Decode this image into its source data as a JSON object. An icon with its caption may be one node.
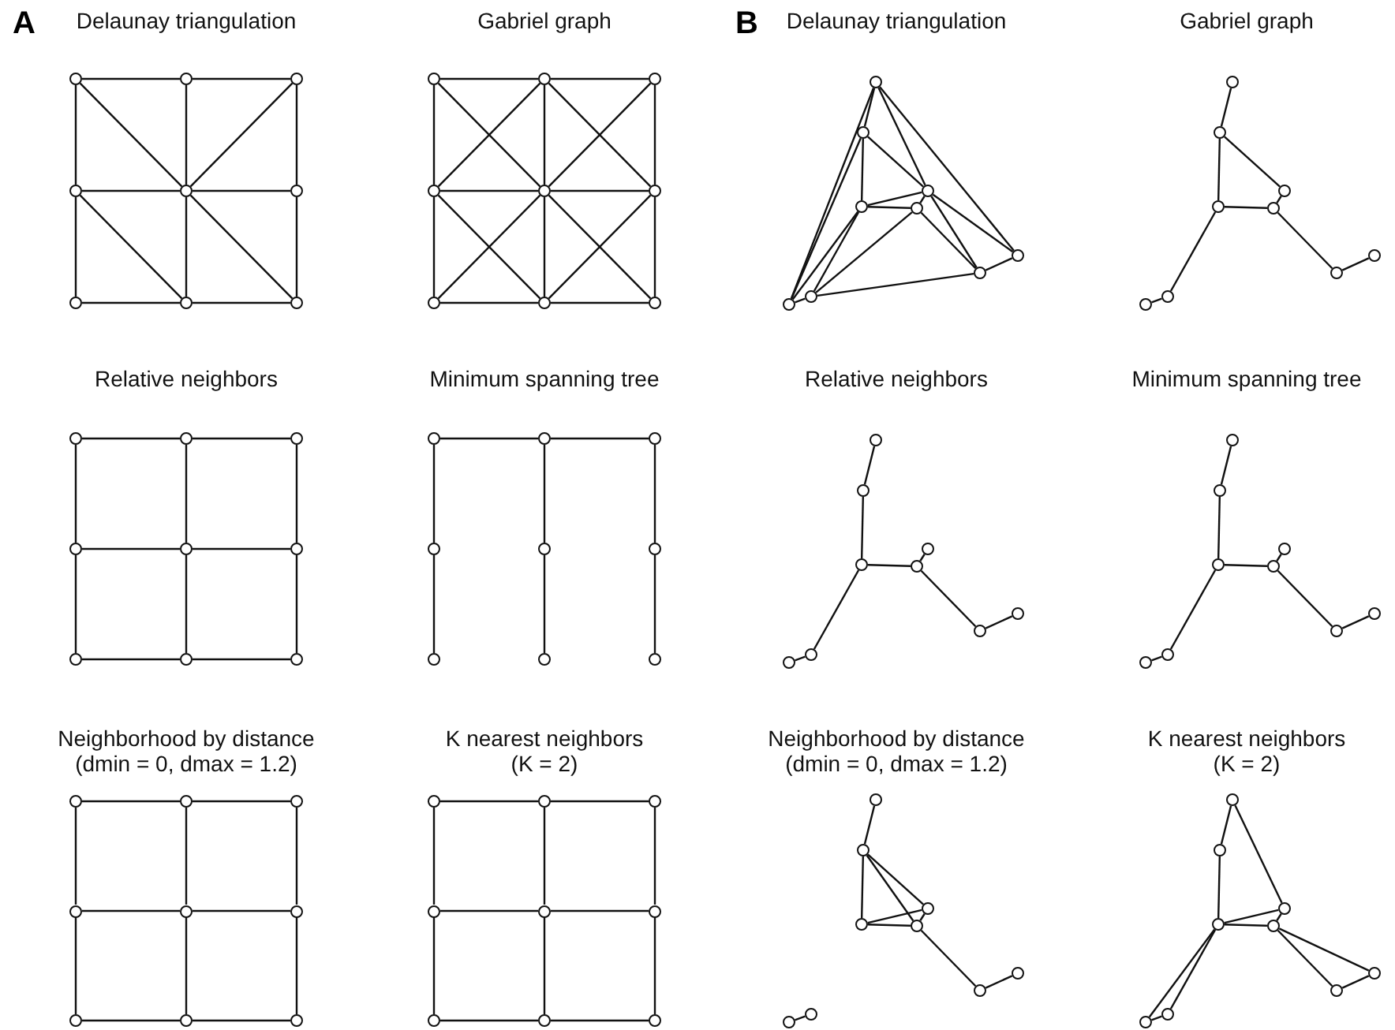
{
  "diagram": {
    "nodes": [
      {
        "text": [
          "Delaunay triangulation"
        ]
      },
      {
        "text": [],
        "shape": "circle",
        "in": 0
      },
      {
        "text": [],
        "shape": "circle",
        "in": 0
      },
      {
        "text": [],
        "shape": "circle",
        "in": 0
      },
      {
        "text": [],
        "shape": "circle",
        "in": 0
      },
      {
        "text": [],
        "shape": "circle",
        "in": 0
      },
      {
        "text": [],
        "shape": "circle",
        "in": 0
      },
      {
        "text": [],
        "shape": "circle",
        "in": 0
      },
      {
        "text": [],
        "shape": "circle",
        "in": 0
      },
      {
        "text": [],
        "shape": "circle",
        "in": 0
      },
      {
        "text": [
          "Gabriel graph"
        ]
      },
      {
        "text": [],
        "shape": "circle",
        "in": 10
      },
      {
        "text": [],
        "shape": "circle",
        "in": 10
      },
      {
        "text": [],
        "shape": "circle",
        "in": 10
      },
      {
        "text": [],
        "shape": "circle",
        "in": 10
      },
      {
        "text": [],
        "shape": "circle",
        "in": 10
      },
      {
        "text": [],
        "shape": "circle",
        "in": 10
      },
      {
        "text": [],
        "shape": "circle",
        "in": 10
      },
      {
        "text": [],
        "shape": "circle",
        "in": 10
      },
      {
        "text": [],
        "shape": "circle",
        "in": 10
      },
      {
        "text": [
          "Delaunay triangulation"
        ]
      },
      {
        "text": [],
        "shape": "circle",
        "in": 20
      },
      {
        "text": [],
        "shape": "circle",
        "in": 20
      },
      {
        "text": [],
        "shape": "circle",
        "in": 20
      },
      {
        "text": [],
        "shape": "circle",
        "in": 20
      },
      {
        "text": [],
        "shape": "circle",
        "in": 20
      },
      {
        "text": [],
        "shape": "circle",
        "in": 20
      },
      {
        "text": [],
        "shape": "circle",
        "in": 20
      },
      {
        "text": [],
        "shape": "circle",
        "in": 20
      },
      {
        "text": [],
        "shape": "circle",
        "in": 20
      },
      {
        "text": [
          "Gabriel graph"
        ]
      },
      {
        "text": [],
        "shape": "circle",
        "in": 30
      },
      {
        "text": [],
        "shape": "circle",
        "in": 30
      },
      {
        "text": [],
        "shape": "circle",
        "in": 30
      },
      {
        "text": [],
        "shape": "circle",
        "in": 30
      },
      {
        "text": [],
        "shape": "circle",
        "in": 30
      },
      {
        "text": [],
        "shape": "circle",
        "in": 30
      },
      {
        "text": [],
        "shape": "circle",
        "in": 30
      },
      {
        "text": [],
        "shape": "circle",
        "in": 30
      },
      {
        "text": [],
        "shape": "circle",
        "in": 30
      },
      {
        "text": [
          "Relative neighbors"
        ]
      },
      {
        "text": [],
        "shape": "circle",
        "in": 40
      },
      {
        "text": [],
        "shape": "circle",
        "in": 40
      },
      {
        "text": [],
        "shape": "circle",
        "in": 40
      },
      {
        "text": [],
        "shape": "circle",
        "in": 40
      },
      {
        "text": [],
        "shape": "circle",
        "in": 40
      },
      {
        "text": [],
        "shape": "circle",
        "in": 40
      },
      {
        "text": [],
        "shape": "circle",
        "in": 40
      },
      {
        "text": [],
        "shape": "circle",
        "in": 40
      },
      {
        "text": [],
        "shape": "circle",
        "in": 40
      },
      {
        "text": [
          "Minimum spanning tree"
        ]
      },
      {
        "text": [],
        "shape": "circle",
        "in": 50
      },
      {
        "text": [],
        "shape": "circle",
        "in": 50
      },
      {
        "text": [],
        "shape": "circle",
        "in": 50
      },
      {
        "text": [],
        "shape": "circle",
        "in": 50
      },
      {
        "text": [],
        "shape": "circle",
        "in": 50
      },
      {
        "text": [],
        "shape": "circle",
        "in": 50
      },
      {
        "text": [],
        "shape": "circle",
        "in": 50
      },
      {
        "text": [],
        "shape": "circle",
        "in": 50
      },
      {
        "text": [],
        "shape": "circle",
        "in": 50
      },
      {
        "text": [
          "Relative neighbors"
        ]
      },
      {
        "text": [],
        "shape": "circle",
        "in": 60
      },
      {
        "text": [],
        "shape": "circle",
        "in": 60
      },
      {
        "text": [],
        "shape": "circle",
        "in": 60
      },
      {
        "text": [],
        "shape": "circle",
        "in": 60
      },
      {
        "text": [],
        "shape": "circle",
        "in": 60
      },
      {
        "text": [],
        "shape": "circle",
        "in": 60
      },
      {
        "text": [],
        "shape": "circle",
        "in": 60
      },
      {
        "text": [],
        "shape": "circle",
        "in": 60
      },
      {
        "text": [],
        "shape": "circle",
        "in": 60
      },
      {
        "text": [
          "Minimum spanning tree"
        ]
      },
      {
        "text": [],
        "shape": "circle",
        "in": 70
      },
      {
        "text": [],
        "shape": "circle",
        "in": 70
      },
      {
        "text": [],
        "shape": "circle",
        "in": 70
      },
      {
        "text": [],
        "shape": "circle",
        "in": 70
      },
      {
        "text": [],
        "shape": "circle",
        "in": 70
      },
      {
        "text": [],
        "shape": "circle",
        "in": 70
      },
      {
        "text": [],
        "shape": "circle",
        "in": 70
      },
      {
        "text": [],
        "shape": "circle",
        "in": 70
      },
      {
        "text": [],
        "shape": "circle",
        "in": 70
      },
      {
        "text": [
          "Neighborhood by distance (dmin = 0, dmax = 1.2)"
        ]
      },
      {
        "text": [],
        "shape": "circle",
        "in": 80
      },
      {
        "text": [],
        "shape": "circle",
        "in": 80
      },
      {
        "text": [],
        "shape": "circle",
        "in": 80
      },
      {
        "text": [],
        "shape": "circle",
        "in": 80
      },
      {
        "text": [],
        "shape": "circle",
        "in": 80
      },
      {
        "text": [],
        "shape": "circle",
        "in": 80
      },
      {
        "text": [],
        "shape": "circle",
        "in": 80
      },
      {
        "text": [],
        "shape": "circle",
        "in": 80
      },
      {
        "text": [],
        "shape": "circle",
        "in": 80
      },
      {
        "text": [
          "K nearest neighbors (K = 2)"
        ]
      },
      {
        "text": [],
        "shape": "circle",
        "in": 90
      },
      {
        "text": [],
        "shape": "circle",
        "in": 90
      },
      {
        "text": [],
        "shape": "circle",
        "in": 90
      },
      {
        "text": [],
        "shape": "circle",
        "in": 90
      },
      {
        "text": [],
        "shape": "circle",
        "in": 90
      },
      {
        "text": [],
        "shape": "circle",
        "in": 90
      },
      {
        "text": [],
        "shape": "circle",
        "in": 90
      },
      {
        "text": [],
        "shape": "circle",
        "in": 90
      },
      {
        "text": [],
        "shape": "circle",
        "in": 90
      },
      {
        "text": [
          "Neighborhood by distance (dmin = 0, dmax = 1.2)"
        ]
      },
      {
        "text": [],
        "shape": "circle",
        "in": 100
      },
      {
        "text": [],
        "shape": "circle",
        "in": 100
      },
      {
        "text": [],
        "shape": "circle",
        "in": 100
      },
      {
        "text": [],
        "shape": "circle",
        "in": 100
      },
      {
        "text": [],
        "shape": "circle",
        "in": 100
      },
      {
        "text": [],
        "shape": "circle",
        "in": 100
      },
      {
        "text": [],
        "shape": "circle",
        "in": 100
      },
      {
        "text": [],
        "shape": "circle",
        "in": 100
      },
      {
        "text": [],
        "shape": "circle",
        "in": 100
      },
      {
        "text": [
          "K nearest neighbors (K = 2)"
        ]
      },
      {
        "text": [],
        "shape": "circle",
        "in": 110
      },
      {
        "text": [],
        "shape": "circle",
        "in": 110
      },
      {
        "text": [],
        "shape": "circle",
        "in": 110
      },
      {
        "text": [],
        "shape": "circle",
        "in": 110
      },
      {
        "text": [],
        "shape": "circle",
        "in": 110
      },
      {
        "text": [],
        "shape": "circle",
        "in": 110
      },
      {
        "text": [],
        "shape": "circle",
        "in": 110
      },
      {
        "text": [],
        "shape": "circle",
        "in": 110
      },
      {
        "text": [],
        "shape": "circle",
        "in": 110
      }
    ],
    "edges": [
      {
        "from": 1,
        "to": 2,
        "arrow": "none"
      },
      {
        "from": 2,
        "to": 3,
        "arrow": "none"
      },
      {
        "from": 4,
        "to": 5,
        "arrow": "none"
      },
      {
        "from": 5,
        "to": 6,
        "arrow": "none"
      },
      {
        "from": 7,
        "to": 8,
        "arrow": "none"
      },
      {
        "from": 8,
        "to": 9,
        "arrow": "none"
      },
      {
        "from": 1,
        "to": 4,
        "arrow": "none"
      },
      {
        "from": 4,
        "to": 7,
        "arrow": "none"
      },
      {
        "from": 2,
        "to": 5,
        "arrow": "none"
      },
      {
        "from": 5,
        "to": 8,
        "arrow": "none"
      },
      {
        "from": 3,
        "to": 6,
        "arrow": "none"
      },
      {
        "from": 6,
        "to": 9,
        "arrow": "none"
      },
      {
        "from": 1,
        "to": 5,
        "arrow": "none"
      },
      {
        "from": 3,
        "to": 5,
        "arrow": "none"
      },
      {
        "from": 4,
        "to": 8,
        "arrow": "none"
      },
      {
        "from": 5,
        "to": 9,
        "arrow": "none"
      },
      {
        "from": 11,
        "to": 12,
        "arrow": "none"
      },
      {
        "from": 12,
        "to": 13,
        "arrow": "none"
      },
      {
        "from": 14,
        "to": 15,
        "arrow": "none"
      },
      {
        "from": 15,
        "to": 16,
        "arrow": "none"
      },
      {
        "from": 17,
        "to": 18,
        "arrow": "none"
      },
      {
        "from": 18,
        "to": 19,
        "arrow": "none"
      },
      {
        "from": 11,
        "to": 14,
        "arrow": "none"
      },
      {
        "from": 14,
        "to": 17,
        "arrow": "none"
      },
      {
        "from": 12,
        "to": 15,
        "arrow": "none"
      },
      {
        "from": 15,
        "to": 18,
        "arrow": "none"
      },
      {
        "from": 13,
        "to": 16,
        "arrow": "none"
      },
      {
        "from": 16,
        "to": 19,
        "arrow": "none"
      },
      {
        "from": 11,
        "to": 15,
        "arrow": "none"
      },
      {
        "from": 12,
        "to": 14,
        "arrow": "none"
      },
      {
        "from": 12,
        "to": 16,
        "arrow": "none"
      },
      {
        "from": 13,
        "to": 15,
        "arrow": "none"
      },
      {
        "from": 14,
        "to": 18,
        "arrow": "none"
      },
      {
        "from": 15,
        "to": 17,
        "arrow": "none"
      },
      {
        "from": 15,
        "to": 19,
        "arrow": "none"
      },
      {
        "from": 16,
        "to": 18,
        "arrow": "none"
      },
      {
        "from": 21,
        "to": 22,
        "arrow": "none"
      },
      {
        "from": 21,
        "to": 24,
        "arrow": "none"
      },
      {
        "from": 21,
        "to": 26,
        "arrow": "none"
      },
      {
        "from": 21,
        "to": 29,
        "arrow": "none"
      },
      {
        "from": 22,
        "to": 23,
        "arrow": "none"
      },
      {
        "from": 22,
        "to": 24,
        "arrow": "none"
      },
      {
        "from": 22,
        "to": 29,
        "arrow": "none"
      },
      {
        "from": 23,
        "to": 24,
        "arrow": "none"
      },
      {
        "from": 23,
        "to": 25,
        "arrow": "none"
      },
      {
        "from": 23,
        "to": 28,
        "arrow": "none"
      },
      {
        "from": 23,
        "to": 29,
        "arrow": "none"
      },
      {
        "from": 24,
        "to": 25,
        "arrow": "none"
      },
      {
        "from": 24,
        "to": 26,
        "arrow": "none"
      },
      {
        "from": 24,
        "to": 27,
        "arrow": "none"
      },
      {
        "from": 25,
        "to": 27,
        "arrow": "none"
      },
      {
        "from": 25,
        "to": 28,
        "arrow": "none"
      },
      {
        "from": 26,
        "to": 27,
        "arrow": "none"
      },
      {
        "from": 27,
        "to": 28,
        "arrow": "none"
      },
      {
        "from": 28,
        "to": 29,
        "arrow": "none"
      },
      {
        "from": 31,
        "to": 32,
        "arrow": "none"
      },
      {
        "from": 32,
        "to": 33,
        "arrow": "none"
      },
      {
        "from": 32,
        "to": 34,
        "arrow": "none"
      },
      {
        "from": 33,
        "to": 35,
        "arrow": "none"
      },
      {
        "from": 34,
        "to": 35,
        "arrow": "none"
      },
      {
        "from": 35,
        "to": 37,
        "arrow": "none"
      },
      {
        "from": 36,
        "to": 37,
        "arrow": "none"
      },
      {
        "from": 33,
        "to": 38,
        "arrow": "none"
      },
      {
        "from": 38,
        "to": 39,
        "arrow": "none"
      },
      {
        "from": 41,
        "to": 42,
        "arrow": "none"
      },
      {
        "from": 42,
        "to": 43,
        "arrow": "none"
      },
      {
        "from": 44,
        "to": 45,
        "arrow": "none"
      },
      {
        "from": 45,
        "to": 46,
        "arrow": "none"
      },
      {
        "from": 47,
        "to": 48,
        "arrow": "none"
      },
      {
        "from": 48,
        "to": 49,
        "arrow": "none"
      },
      {
        "from": 41,
        "to": 44,
        "arrow": "none"
      },
      {
        "from": 44,
        "to": 47,
        "arrow": "none"
      },
      {
        "from": 42,
        "to": 45,
        "arrow": "none"
      },
      {
        "from": 45,
        "to": 48,
        "arrow": "none"
      },
      {
        "from": 43,
        "to": 46,
        "arrow": "none"
      },
      {
        "from": 46,
        "to": 49,
        "arrow": "none"
      },
      {
        "from": 51,
        "to": 52,
        "arrow": "none"
      },
      {
        "from": 52,
        "to": 53,
        "arrow": "none"
      },
      {
        "from": 51,
        "to": 54,
        "arrow": "none"
      },
      {
        "from": 54,
        "to": 57,
        "arrow": "none"
      },
      {
        "from": 52,
        "to": 55,
        "arrow": "none"
      },
      {
        "from": 55,
        "to": 58,
        "arrow": "none"
      },
      {
        "from": 53,
        "to": 56,
        "arrow": "none"
      },
      {
        "from": 56,
        "to": 59,
        "arrow": "none"
      },
      {
        "from": 61,
        "to": 62,
        "arrow": "none"
      },
      {
        "from": 62,
        "to": 63,
        "arrow": "none"
      },
      {
        "from": 63,
        "to": 65,
        "arrow": "none"
      },
      {
        "from": 64,
        "to": 65,
        "arrow": "none"
      },
      {
        "from": 65,
        "to": 67,
        "arrow": "none"
      },
      {
        "from": 66,
        "to": 67,
        "arrow": "none"
      },
      {
        "from": 63,
        "to": 68,
        "arrow": "none"
      },
      {
        "from": 68,
        "to": 69,
        "arrow": "none"
      },
      {
        "from": 71,
        "to": 72,
        "arrow": "none"
      },
      {
        "from": 72,
        "to": 73,
        "arrow": "none"
      },
      {
        "from": 73,
        "to": 75,
        "arrow": "none"
      },
      {
        "from": 74,
        "to": 75,
        "arrow": "none"
      },
      {
        "from": 75,
        "to": 77,
        "arrow": "none"
      },
      {
        "from": 76,
        "to": 77,
        "arrow": "none"
      },
      {
        "from": 73,
        "to": 78,
        "arrow": "none"
      },
      {
        "from": 78,
        "to": 79,
        "arrow": "none"
      },
      {
        "from": 81,
        "to": 82,
        "arrow": "none"
      },
      {
        "from": 82,
        "to": 83,
        "arrow": "none"
      },
      {
        "from": 84,
        "to": 85,
        "arrow": "none"
      },
      {
        "from": 85,
        "to": 86,
        "arrow": "none"
      },
      {
        "from": 87,
        "to": 88,
        "arrow": "none"
      },
      {
        "from": 88,
        "to": 89,
        "arrow": "none"
      },
      {
        "from": 81,
        "to": 84,
        "arrow": "none"
      },
      {
        "from": 84,
        "to": 87,
        "arrow": "none"
      },
      {
        "from": 82,
        "to": 85,
        "arrow": "none"
      },
      {
        "from": 85,
        "to": 88,
        "arrow": "none"
      },
      {
        "from": 83,
        "to": 86,
        "arrow": "none"
      },
      {
        "from": 86,
        "to": 89,
        "arrow": "none"
      },
      {
        "from": 91,
        "to": 92,
        "arrow": "none"
      },
      {
        "from": 92,
        "to": 93,
        "arrow": "none"
      },
      {
        "from": 94,
        "to": 95,
        "arrow": "none"
      },
      {
        "from": 95,
        "to": 96,
        "arrow": "none"
      },
      {
        "from": 97,
        "to": 98,
        "arrow": "none"
      },
      {
        "from": 98,
        "to": 99,
        "arrow": "none"
      },
      {
        "from": 91,
        "to": 94,
        "arrow": "none"
      },
      {
        "from": 94,
        "to": 97,
        "arrow": "none"
      },
      {
        "from": 92,
        "to": 95,
        "arrow": "none"
      },
      {
        "from": 95,
        "to": 98,
        "arrow": "none"
      },
      {
        "from": 93,
        "to": 96,
        "arrow": "none"
      },
      {
        "from": 96,
        "to": 99,
        "arrow": "none"
      },
      {
        "from": 101,
        "to": 102,
        "arrow": "none"
      },
      {
        "from": 102,
        "to": 103,
        "arrow": "none"
      },
      {
        "from": 102,
        "to": 104,
        "arrow": "none"
      },
      {
        "from": 102,
        "to": 105,
        "arrow": "none"
      },
      {
        "from": 103,
        "to": 104,
        "arrow": "none"
      },
      {
        "from": 103,
        "to": 105,
        "arrow": "none"
      },
      {
        "from": 104,
        "to": 105,
        "arrow": "none"
      },
      {
        "from": 105,
        "to": 107,
        "arrow": "none"
      },
      {
        "from": 106,
        "to": 107,
        "arrow": "none"
      },
      {
        "from": 108,
        "to": 109,
        "arrow": "none"
      },
      {
        "from": 111,
        "to": 112,
        "arrow": "none"
      },
      {
        "from": 111,
        "to": 114,
        "arrow": "none"
      },
      {
        "from": 112,
        "to": 113,
        "arrow": "none"
      },
      {
        "from": 113,
        "to": 114,
        "arrow": "none"
      },
      {
        "from": 113,
        "to": 115,
        "arrow": "none"
      },
      {
        "from": 114,
        "to": 115,
        "arrow": "none"
      },
      {
        "from": 115,
        "to": 117,
        "arrow": "none"
      },
      {
        "from": 115,
        "to": 116,
        "arrow": "none"
      },
      {
        "from": 116,
        "to": 117,
        "arrow": "none"
      },
      {
        "from": 113,
        "to": 118,
        "arrow": "none"
      },
      {
        "from": 113,
        "to": 119,
        "arrow": "none"
      },
      {
        "from": 118,
        "to": 119,
        "arrow": "none"
      }
    ],
    "labels": [
      "A",
      "B"
    ]
  }
}
